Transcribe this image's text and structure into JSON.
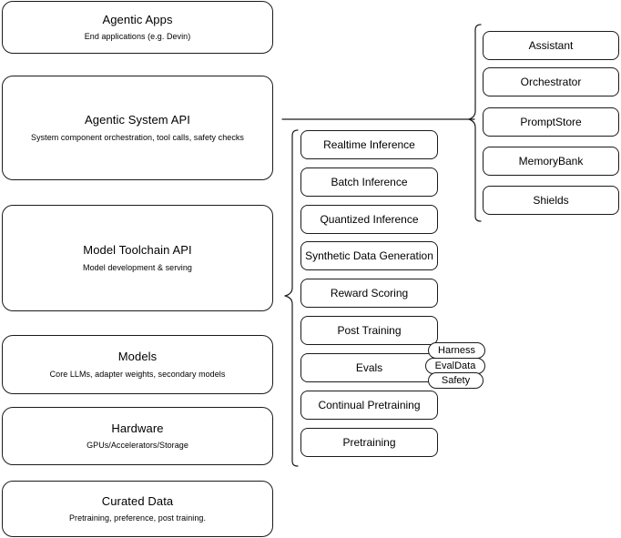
{
  "diagram": {
    "type": "layered-architecture-stack",
    "stroke_color": "#1a1a1a",
    "background_color": "#ffffff",
    "layers": [
      {
        "title": "Agentic Apps",
        "subtitle": "End applications (e.g. Devin)"
      },
      {
        "title": "Agentic System API",
        "subtitle": "System component orchestration, tool calls, safety checks"
      },
      {
        "title": "Model Toolchain API",
        "subtitle": "Model development & serving"
      },
      {
        "title": "Models",
        "subtitle": "Core LLMs, adapter weights, secondary models"
      },
      {
        "title": "Hardware",
        "subtitle": "GPUs/Accelerators/Storage"
      },
      {
        "title": "Curated Data",
        "subtitle": "Pretraining, preference, post training."
      }
    ],
    "toolchain_capabilities": [
      {
        "label": "Realtime Inference"
      },
      {
        "label": "Batch Inference"
      },
      {
        "label": "Quantized Inference"
      },
      {
        "label": "Synthetic Data Generation"
      },
      {
        "label": "Reward Scoring"
      },
      {
        "label": "Post Training"
      },
      {
        "label": "Evals"
      },
      {
        "label": "Continual Pretraining"
      },
      {
        "label": "Pretraining"
      }
    ],
    "eval_subcomponents": [
      {
        "label": "Harness"
      },
      {
        "label": "EvalData"
      },
      {
        "label": "Safety"
      }
    ],
    "agentic_system_components": [
      {
        "label": "Assistant"
      },
      {
        "label": "Orchestrator"
      },
      {
        "label": "PromptStore"
      },
      {
        "label": "MemoryBank"
      },
      {
        "label": "Shields"
      }
    ]
  }
}
